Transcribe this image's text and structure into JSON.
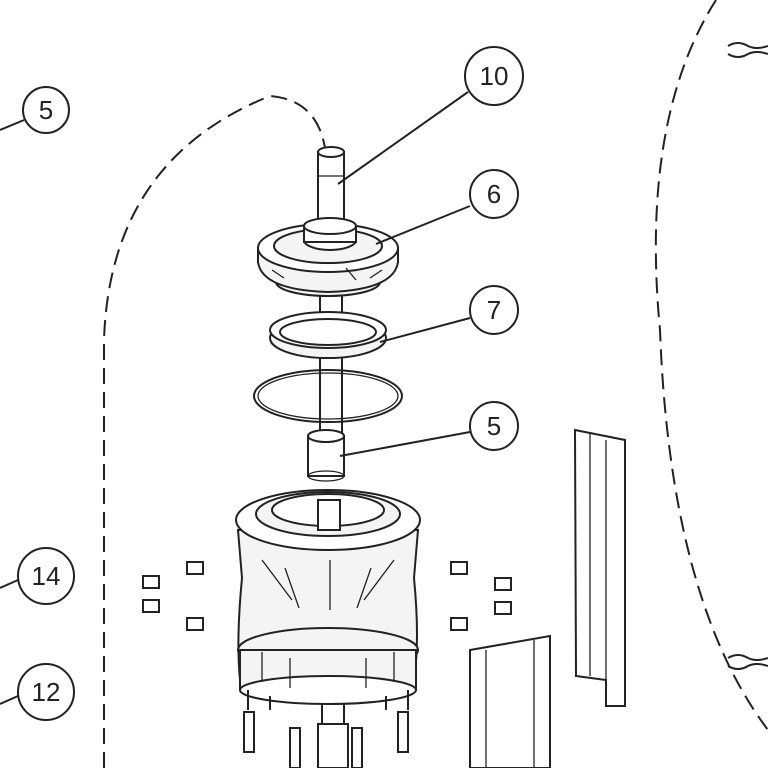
{
  "callouts": [
    {
      "id": "c5a",
      "label": "5"
    },
    {
      "id": "c10",
      "label": "10"
    },
    {
      "id": "c6",
      "label": "6"
    },
    {
      "id": "c7",
      "label": "7"
    },
    {
      "id": "c5b",
      "label": "5"
    },
    {
      "id": "c14",
      "label": "14"
    },
    {
      "id": "c12",
      "label": "12"
    }
  ]
}
